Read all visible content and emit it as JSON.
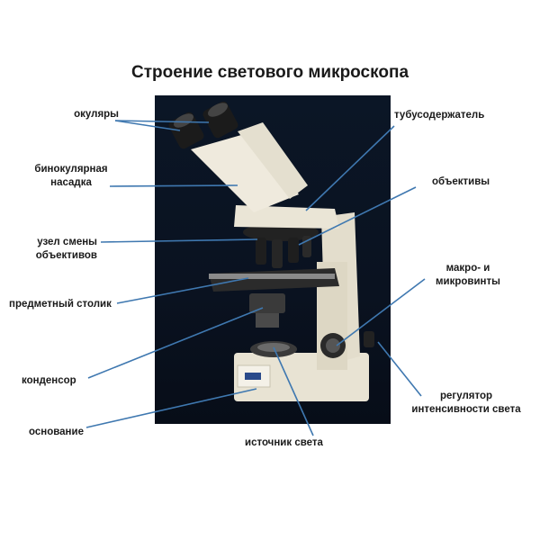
{
  "title": "Строение светового микроскопа",
  "labels": {
    "eyepieces": "окуляры",
    "binocular_head": "бинокулярная\nнасадка",
    "nosepiece": "узел смены\nобъективов",
    "stage": "предметный столик",
    "condenser": "конденсор",
    "base": "основание",
    "tube_holder": "тубусодержатель",
    "objectives": "объективы",
    "focus_knobs": "макро- и\nмикровинты",
    "light_regulator": "регулятор\nинтенсивности света",
    "light_source": "источник света"
  },
  "colors": {
    "leader_line": "#3f78b0",
    "photo_bg": "#0a1220",
    "body": "#ece7d8"
  }
}
